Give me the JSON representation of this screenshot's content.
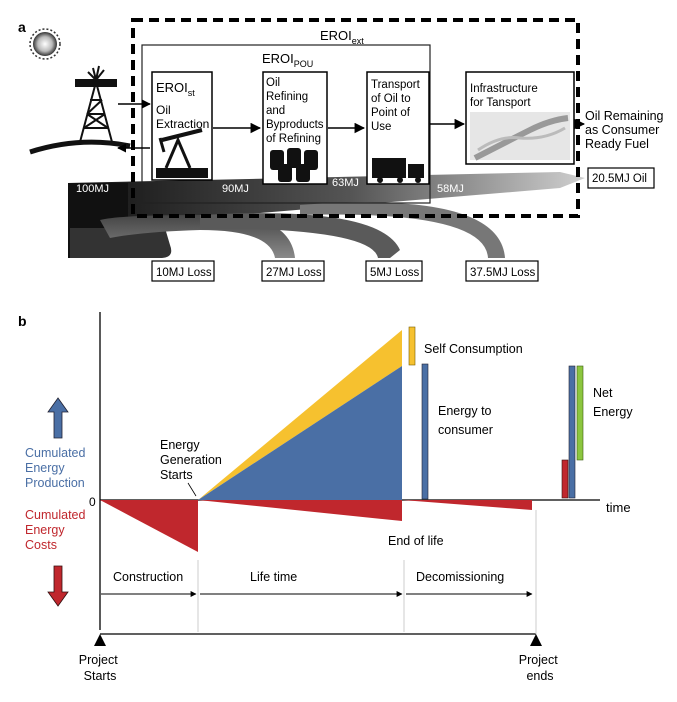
{
  "panel_a": {
    "label": "a",
    "eroi_ext": {
      "main": "EROI",
      "sub": "ext"
    },
    "eroi_pou": {
      "main": "EROI",
      "sub": "POU"
    },
    "eroi_st": {
      "main": "EROI",
      "sub": "st"
    },
    "stages": {
      "extraction": [
        "Oil",
        "Extraction"
      ],
      "refining": [
        "Oil",
        "Refining",
        "and",
        "Byproducts",
        "of Refining"
      ],
      "transport": [
        "Transport",
        "of Oil to",
        "Point of",
        "Use"
      ],
      "infrastructure": [
        "Infrastructure",
        "for Tansport"
      ]
    },
    "remaining": [
      "Oil Remaining",
      "as Consumer",
      "Ready Fuel"
    ],
    "flows": {
      "start": "100MJ",
      "after_extraction": "90MJ",
      "after_refining": "63MJ",
      "after_transport": "58MJ",
      "final": "20.5MJ Oil"
    },
    "losses": [
      "10MJ Loss",
      "27MJ Loss",
      "5MJ Loss",
      "37.5MJ Loss"
    ]
  },
  "panel_b": {
    "label": "b",
    "zero_label": "0",
    "time_label": "time",
    "production_label": [
      "Cumulated",
      "Energy",
      "Production"
    ],
    "costs_label": [
      "Cumulated",
      "Energy",
      "Costs"
    ],
    "generation_starts": [
      "Energy",
      "Generation",
      "Starts"
    ],
    "self_consumption": "Self Consumption",
    "energy_to_consumer": [
      "Energy to",
      "consumer"
    ],
    "net_energy": [
      "Net",
      "Energy"
    ],
    "end_of_life": "End of life",
    "phases": [
      "Construction",
      "Life time",
      "Decomissioning"
    ],
    "project_starts": [
      "Project",
      "Starts"
    ],
    "project_ends": [
      "Project",
      "ends"
    ],
    "colors": {
      "production_blue": "#4a6fa5",
      "self_consumption_yellow": "#f6c12f",
      "cost_red": "#c0272d",
      "net_green": "#8cc63f"
    }
  }
}
